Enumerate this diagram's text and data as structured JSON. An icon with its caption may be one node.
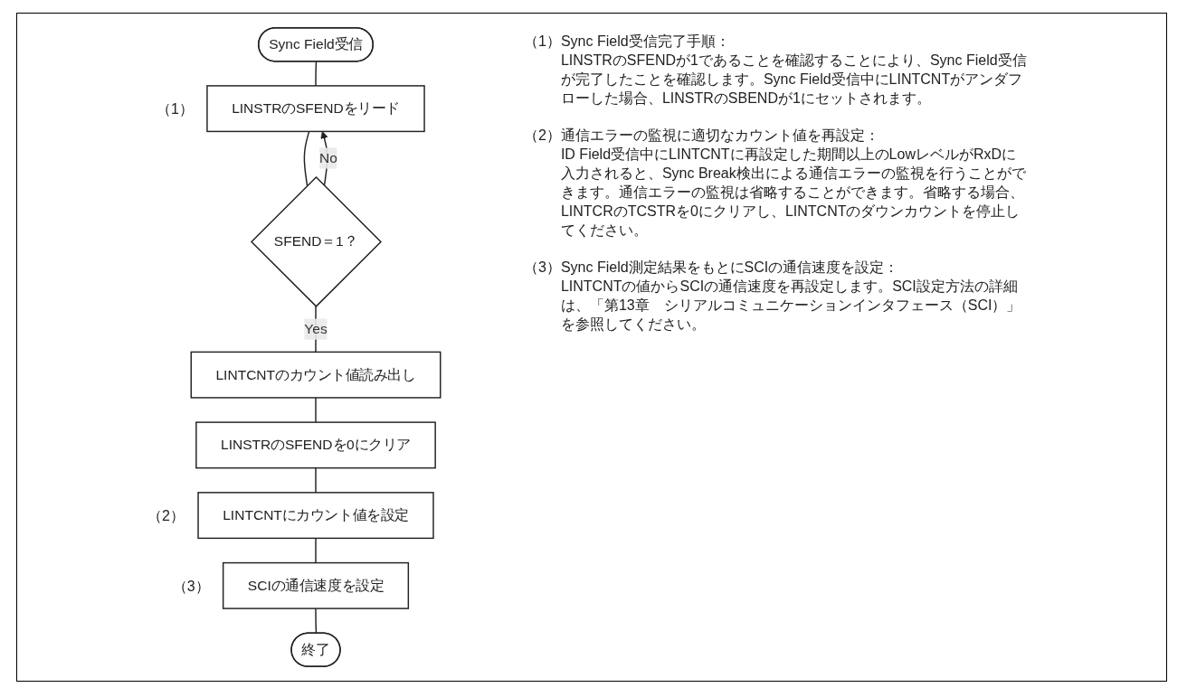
{
  "diagram": {
    "nodes": [
      {
        "text": [
          "Sync Field受信"
        ]
      },
      {
        "text": [
          "LINSTRのSFENDをリード"
        ],
        "beside": [
          "（1）"
        ]
      },
      {
        "text": [
          "SFEND＝1？"
        ]
      },
      {
        "text": [
          "LINTCNTのカウント値読み出し"
        ]
      },
      {
        "text": [
          "LINSTRのSFENDを0にクリア"
        ]
      },
      {
        "text": [
          "LINTCNTにカウント値を設定"
        ],
        "beside": [
          "（2）"
        ]
      },
      {
        "text": [
          "SCIの通信速度を設定"
        ],
        "beside": [
          "（3）"
        ]
      },
      {
        "text": [
          "終了"
        ]
      }
    ],
    "edges": [
      {
        "from": 0,
        "to": 1,
        "arrow": "none"
      },
      {
        "from": 1,
        "to": 2,
        "arrow": "none"
      },
      {
        "from": 2,
        "to": 1,
        "arrow": "to",
        "label": "No"
      },
      {
        "from": 2,
        "to": 3,
        "arrow": "none",
        "label": "Yes"
      },
      {
        "from": 3,
        "to": 4,
        "arrow": "none"
      },
      {
        "from": 4,
        "to": 5,
        "arrow": "none"
      },
      {
        "from": 5,
        "to": 6,
        "arrow": "none"
      },
      {
        "from": 6,
        "to": 7,
        "arrow": "none"
      }
    ],
    "labels": [
      "（1）",
      "Sync Field受信完了手順：",
      "LINSTRのSFENDが1であることを確認することにより、Sync Field受信が完了したことを確認します。Sync Field受信中にLINTCNTがアンダフローした場合、LINSTRのSBENDが1にセットされます。",
      "（2）",
      "通信エラーの監視に適切なカウント値を再設定：",
      "ID Field受信中にLINTCNTに再設定した期間以上のLowレベルがRxDに入力されると、Sync Break検出による通信エラーの監視を行うことができます。通信エラーの監視は省略することができます。省略する場合、LINTCRのTCSTRを0にクリアし、LINTCNTのダウンカウントを停止してください。",
      "（3）",
      "Sync Field測定結果をもとにSCIの通信速度を設定：",
      "LINTCNTの値からSCIの通信速度を再設定します。SCI設定方法の詳細は、「第13章　シリアルコミュニケーションインタフェース（SCI）」を参照してください。"
    ]
  }
}
